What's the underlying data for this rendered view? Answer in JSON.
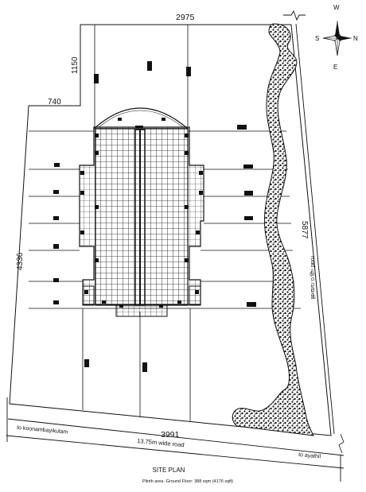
{
  "dimensions": {
    "top": "2975",
    "notch_height": "1150",
    "notch_width": "740",
    "left": "4336",
    "right": "5877",
    "bottom": "3991"
  },
  "labels": {
    "road_left": "to koonambayikulam",
    "road_name": "13.75m wide road",
    "road_right": "to ayathil",
    "river_road": "road ഏ.ഠ.വയൽ",
    "title": "SITE PLAN",
    "plinth_area": "Plinth area -Ground Floor: 388 sqm (4176 sqft)"
  },
  "compass": {
    "north": "N",
    "south": "S",
    "east": "E",
    "west": "W"
  }
}
